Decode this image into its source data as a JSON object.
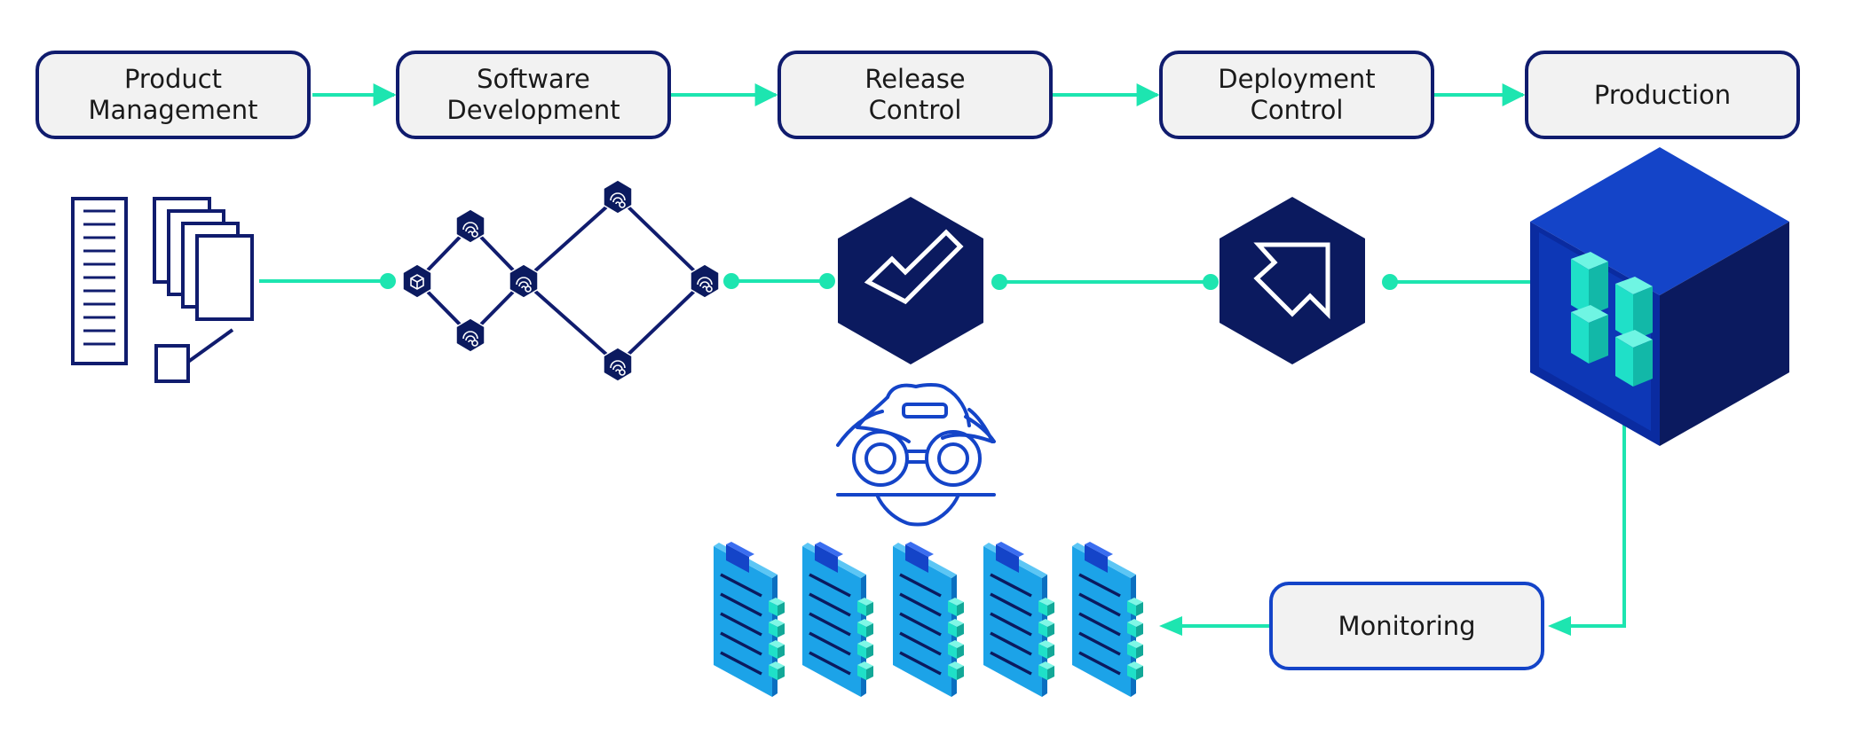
{
  "stages": {
    "product_management": "Product\nManagement",
    "software_development": "Software\nDevelopment",
    "release_control": "Release\nControl",
    "deployment_control": "Deployment\nControl",
    "production": "Production",
    "monitoring": "Monitoring"
  },
  "icons": [
    "requirements-documents-icon",
    "branching-network-icon",
    "checkmark-hexagon-icon",
    "deploy-arrow-hexagon-icon",
    "production-container-cube-icon",
    "binoculars-observer-icon",
    "report-clipboard-icon"
  ],
  "colors": {
    "navy": "#101c6e",
    "dark_navy": "#0b1a5f",
    "royal_blue": "#1444c8",
    "connector_green": "#1de5b0",
    "box_fill": "#f2f2f2",
    "clipboard_blue": "#1ca3e8",
    "block_teal": "#1fe0c8"
  }
}
